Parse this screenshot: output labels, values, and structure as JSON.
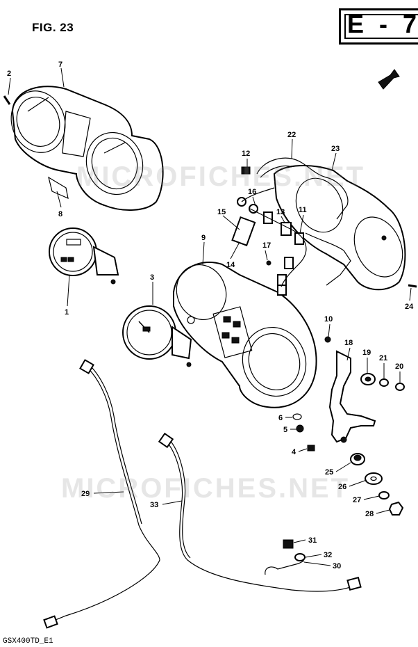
{
  "figure": {
    "title": "FIG. 23",
    "section": "E - 7",
    "model_code": "GSX400TD_E1"
  },
  "watermarks": [
    "MICROFICHES.NET",
    "MICROFICHES.NET"
  ],
  "callouts": [
    {
      "id": "p1",
      "label": "1"
    },
    {
      "id": "p2",
      "label": "2"
    },
    {
      "id": "p3",
      "label": "3"
    },
    {
      "id": "p4",
      "label": "4"
    },
    {
      "id": "p5",
      "label": "5"
    },
    {
      "id": "p6",
      "label": "6"
    },
    {
      "id": "p7",
      "label": "7"
    },
    {
      "id": "p8",
      "label": "8"
    },
    {
      "id": "p9",
      "label": "9"
    },
    {
      "id": "p10",
      "label": "10"
    },
    {
      "id": "p11",
      "label": "11"
    },
    {
      "id": "p12",
      "label": "12"
    },
    {
      "id": "p13",
      "label": "13"
    },
    {
      "id": "p14",
      "label": "14"
    },
    {
      "id": "p15",
      "label": "15"
    },
    {
      "id": "p16",
      "label": "16"
    },
    {
      "id": "p17",
      "label": "17"
    },
    {
      "id": "p18",
      "label": "18"
    },
    {
      "id": "p19",
      "label": "19"
    },
    {
      "id": "p20",
      "label": "20"
    },
    {
      "id": "p21",
      "label": "21"
    },
    {
      "id": "p22",
      "label": "22"
    },
    {
      "id": "p23",
      "label": "23"
    },
    {
      "id": "p24",
      "label": "24"
    },
    {
      "id": "p25",
      "label": "25"
    },
    {
      "id": "p26",
      "label": "26"
    },
    {
      "id": "p27",
      "label": "27"
    },
    {
      "id": "p28",
      "label": "28"
    },
    {
      "id": "p29",
      "label": "29"
    },
    {
      "id": "p30",
      "label": "30"
    },
    {
      "id": "p31",
      "label": "31"
    },
    {
      "id": "p32",
      "label": "32"
    },
    {
      "id": "p33",
      "label": "33"
    }
  ]
}
